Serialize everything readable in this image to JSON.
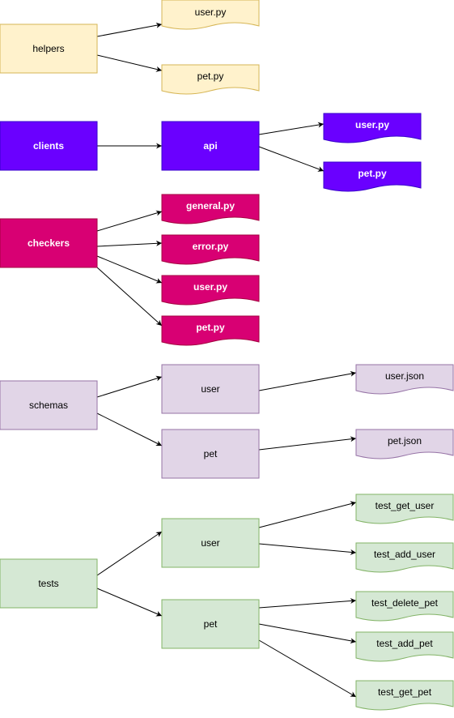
{
  "colors": {
    "yellow_fill": "#fff2cc",
    "yellow_stroke": "#d6b656",
    "purple_fill": "#6a00ff",
    "purple_stroke": "#3700cc",
    "magenta_fill": "#d80073",
    "magenta_stroke": "#a50040",
    "lavender_fill": "#e1d5e7",
    "lavender_stroke": "#9673a6",
    "green_fill": "#d5e8d4",
    "green_stroke": "#82b366",
    "edge": "#000000"
  },
  "groups": {
    "helpers": {
      "root": "helpers",
      "files": [
        "user.py",
        "pet.py"
      ]
    },
    "clients": {
      "root": "clients",
      "mid": "api",
      "files": [
        "user.py",
        "pet.py"
      ]
    },
    "checkers": {
      "root": "checkers",
      "files": [
        "general.py",
        "error.py",
        "user.py",
        "pet.py"
      ]
    },
    "schemas": {
      "root": "schemas",
      "mids": [
        "user",
        "pet"
      ],
      "files": [
        "user.json",
        "pet.json"
      ]
    },
    "tests": {
      "root": "tests",
      "mids": [
        "user",
        "pet"
      ],
      "user_tests": [
        "test_get_user",
        "test_add_user"
      ],
      "pet_tests": [
        "test_delete_pet",
        "test_add_pet",
        "test_get_pet"
      ]
    }
  }
}
